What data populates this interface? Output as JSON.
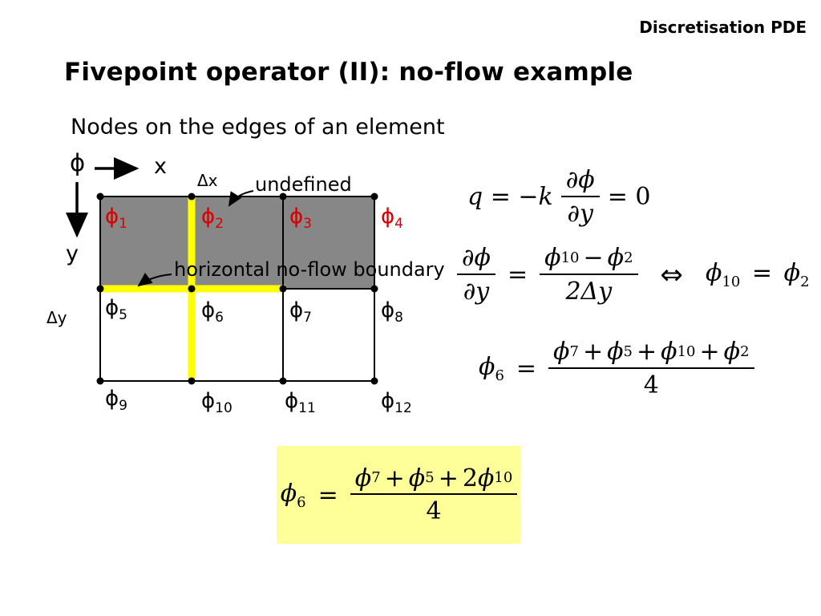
{
  "header": {
    "corner_label": "Discretisation PDE"
  },
  "title": "Fivepoint operator (II): no-flow example",
  "subtitle": "Nodes on the edges of an element",
  "diagram": {
    "axis": {
      "phi": "ϕ",
      "x_label": "x",
      "y_label": "y",
      "dx_label": "Δx",
      "dy_label": "Δy"
    },
    "annotations": {
      "undefined_label": "undefined",
      "noflow_label": "horizontal no-flow boundary"
    },
    "colors": {
      "element_fill": "#878787",
      "boundary_yellow": "#ffff00",
      "top_node_red": "#d40000",
      "result_box_fill": "#ffff99"
    },
    "nodes": [
      {
        "sym": "ϕ",
        "sub": "1"
      },
      {
        "sym": "ϕ",
        "sub": "2"
      },
      {
        "sym": "ϕ",
        "sub": "3"
      },
      {
        "sym": "ϕ",
        "sub": "4"
      },
      {
        "sym": "ϕ",
        "sub": "5"
      },
      {
        "sym": "ϕ",
        "sub": "6"
      },
      {
        "sym": "ϕ",
        "sub": "7"
      },
      {
        "sym": "ϕ",
        "sub": "8"
      },
      {
        "sym": "ϕ",
        "sub": "9"
      },
      {
        "sym": "ϕ",
        "sub": "10"
      },
      {
        "sym": "ϕ",
        "sub": "11"
      },
      {
        "sym": "ϕ",
        "sub": "12"
      }
    ]
  },
  "equations": {
    "eq1": {
      "lhs": "q = −k",
      "num": "∂ϕ",
      "den": "∂y",
      "rhs": "= 0"
    },
    "eq2": {
      "lnum": "∂ϕ",
      "lden": "∂y",
      "equals": "=",
      "n1": "ϕ",
      "n1s": "10",
      "minus": "−",
      "n2": "ϕ",
      "n2s": "2",
      "den": "2Δy",
      "iff": "⇔",
      "r1": "ϕ",
      "r1s": "10",
      "requals": "=",
      "r2": "ϕ",
      "r2s": "2"
    },
    "eq3": {
      "l": "ϕ",
      "ls": "6",
      "equals": "=",
      "t1": "ϕ",
      "s1": "7",
      "p1": "+",
      "t2": "ϕ",
      "s2": "5",
      "p2": "+",
      "t3": "ϕ",
      "s3": "10",
      "p3": "+",
      "t4": "ϕ",
      "s4": "2",
      "den": "4"
    },
    "eq4": {
      "l": "ϕ",
      "ls": "6",
      "equals": "=",
      "t1": "ϕ",
      "s1": "7",
      "p1": "+",
      "t2": "ϕ",
      "s2": "5",
      "p2": "+",
      "coef": "2",
      "t3": "ϕ",
      "s3": "10",
      "den": "4"
    }
  }
}
